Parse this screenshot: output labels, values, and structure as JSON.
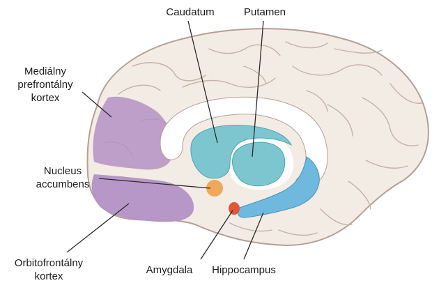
{
  "labels": {
    "caudatum": "Caudatum",
    "putamen": "Putamen",
    "medial_pfc": [
      "Mediálny",
      "prefrontálny",
      "kortex"
    ],
    "nucleus_accumbens": [
      "Nucleus",
      "accumbens"
    ],
    "orbitofrontal": [
      "Orbitofrontálny",
      "kortex"
    ],
    "amygdala": "Amygdala",
    "hippocampus": "Hippocampus"
  },
  "colors": {
    "cortex_fill": "#f3ece4",
    "cortex_stroke": "#b59f95",
    "gyrus_line": "#c6b1a6",
    "white_matter": "#ffffff",
    "purple_region": "#b392c6",
    "teal_region": "#7ec6cf",
    "teal_stroke": "#4aa6b2",
    "blue_region": "#6fb9df",
    "orange_region": "#f0a85a",
    "red_region": "#e2563a",
    "leader_line": "#2a2a2a",
    "label_text": "#1c1c1c"
  }
}
